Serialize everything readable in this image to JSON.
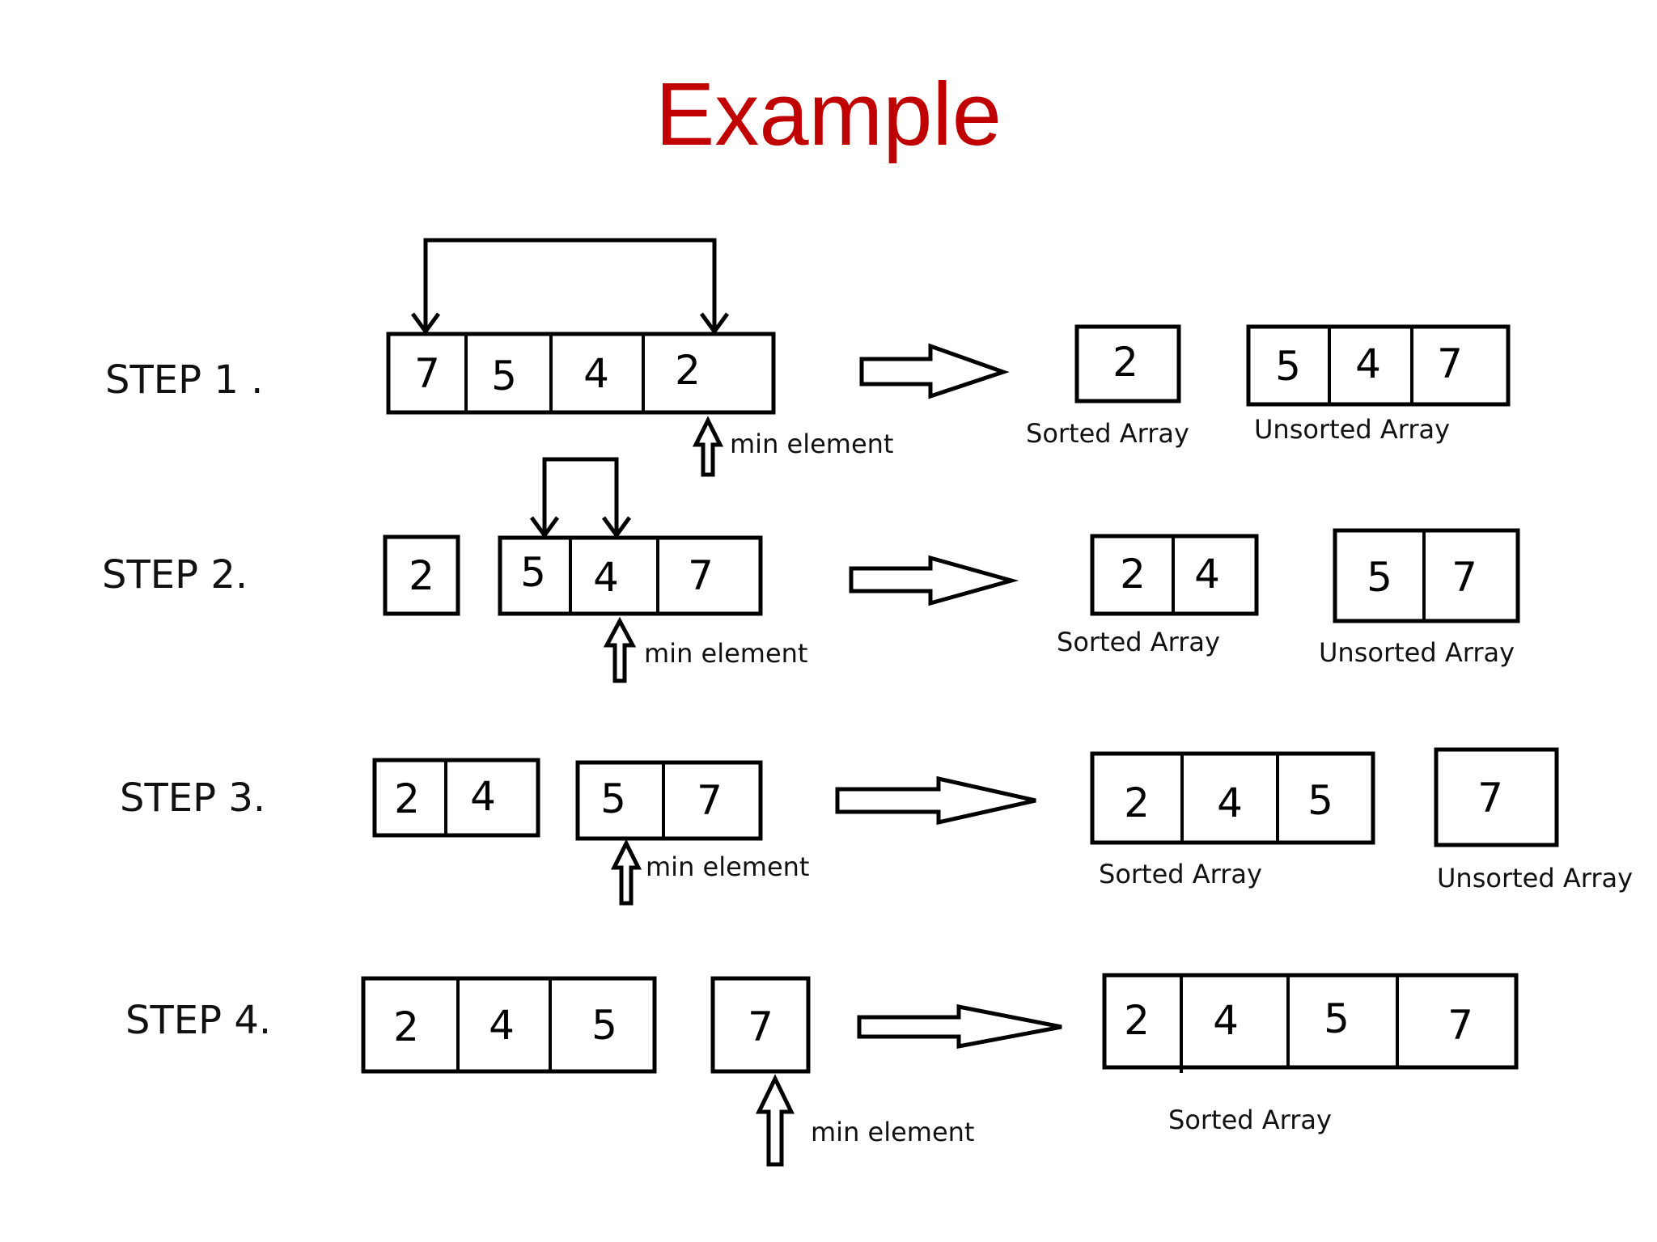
{
  "title": "Example",
  "colors": {
    "title": "#c00000",
    "lines": "#000000",
    "background": "#ffffff"
  },
  "labels": {
    "min_element": "min element",
    "sorted_array": "Sorted Array",
    "unsorted_array": "Unsorted Array"
  },
  "steps": [
    {
      "label": "STEP 1 .",
      "before": [
        [
          "7",
          "5",
          "4",
          "2"
        ]
      ],
      "swap": [
        "7",
        "2"
      ],
      "min_element": "2",
      "sorted": [
        "2"
      ],
      "unsorted": [
        "5",
        "4",
        "7"
      ]
    },
    {
      "label": "STEP 2.",
      "before": [
        [
          "2"
        ],
        [
          "5",
          "4",
          "7"
        ]
      ],
      "swap": [
        "5",
        "4"
      ],
      "min_element": "4",
      "sorted": [
        "2",
        "4"
      ],
      "unsorted": [
        "5",
        "7"
      ]
    },
    {
      "label": "STEP 3.",
      "before": [
        [
          "2",
          "4"
        ],
        [
          "5",
          "7"
        ]
      ],
      "min_element": "5",
      "sorted": [
        "2",
        "4",
        "5"
      ],
      "unsorted": [
        "7"
      ]
    },
    {
      "label": "STEP 4.",
      "before": [
        [
          "2",
          "4",
          "5"
        ],
        [
          "7"
        ]
      ],
      "min_element": "7",
      "sorted": [
        "2",
        "4",
        "5",
        "7"
      ]
    }
  ]
}
